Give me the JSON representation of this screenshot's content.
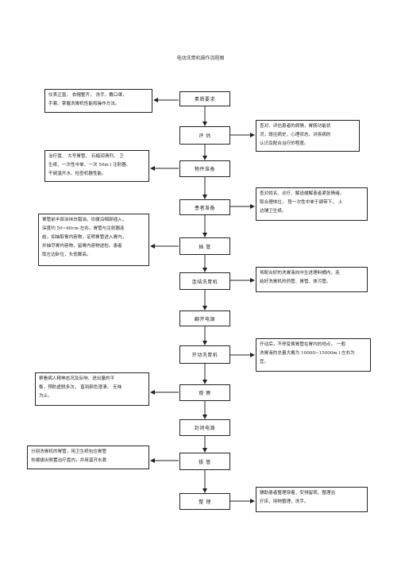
{
  "title": "电动洗胃机操作流程图",
  "steps": [
    "素质要求",
    "评 估",
    "物件准备",
    "患者准备",
    "插 管",
    "连结洗胃机",
    "翻开电源",
    "开动洗胃机",
    "观 察",
    "封闭电源",
    "拔 管",
    "整 理"
  ],
  "notes": {
    "quality": "仪表正直， 衣帽整齐， 洗手，戴口罩，\n手套。掌握洗胃机性能和操作方法。",
    "assess": "查对、评估患者的病情，胃肠功能状\n况，既往病史，心理状态，对疾病的\n认识及配合治疗的程度。",
    "supplies": "治疗盘、 大号胃管、 石蜡润滑剂、 卫\n生纸、一次性中单、一次 50m l 注射器、\n干碗温开水、检查机器性能。",
    "patient": "查对姓名、诊疗、解说缓解患者紧张情绪，\n取合理体位， 垫一次性中单于颌带下， 上\n边铺卫生纸。",
    "intubate": "胃管前半部涂抹白腊油，坎缓沿咽部插入，\n深度约 50~60cm 左右。胃管与注射器连\n结，如抽取胃内容物，证明胃管进入胃内，\n并抽尽胃内容物，留胃内容物送检。患者\n取左边卧位，头低脚高。",
    "connect": "将配合好的洗胃液向中生进理料桶内，连\n结好洗胃机的药管、胃管、体污管。",
    "start": "开动后，不停变换胃管在胃内的地点， 一般\n洗胃液的总量大概为 10000~15000m l 左右为\n宜。",
    "observe": "察看病人精神态况及反响，进出量的平\n衡，预防虚脱多次， 直到颜色澄清、 无味\n为止。",
    "remove": "分别洗胃机的胃管，用卫生纸包住胃管\n坎缓拔出侧置治疗盘内，并用温开水漱",
    "tidy": "辅助患者整理穿着，安排留观，整理治\n疗床，用物整理，洗手。"
  }
}
